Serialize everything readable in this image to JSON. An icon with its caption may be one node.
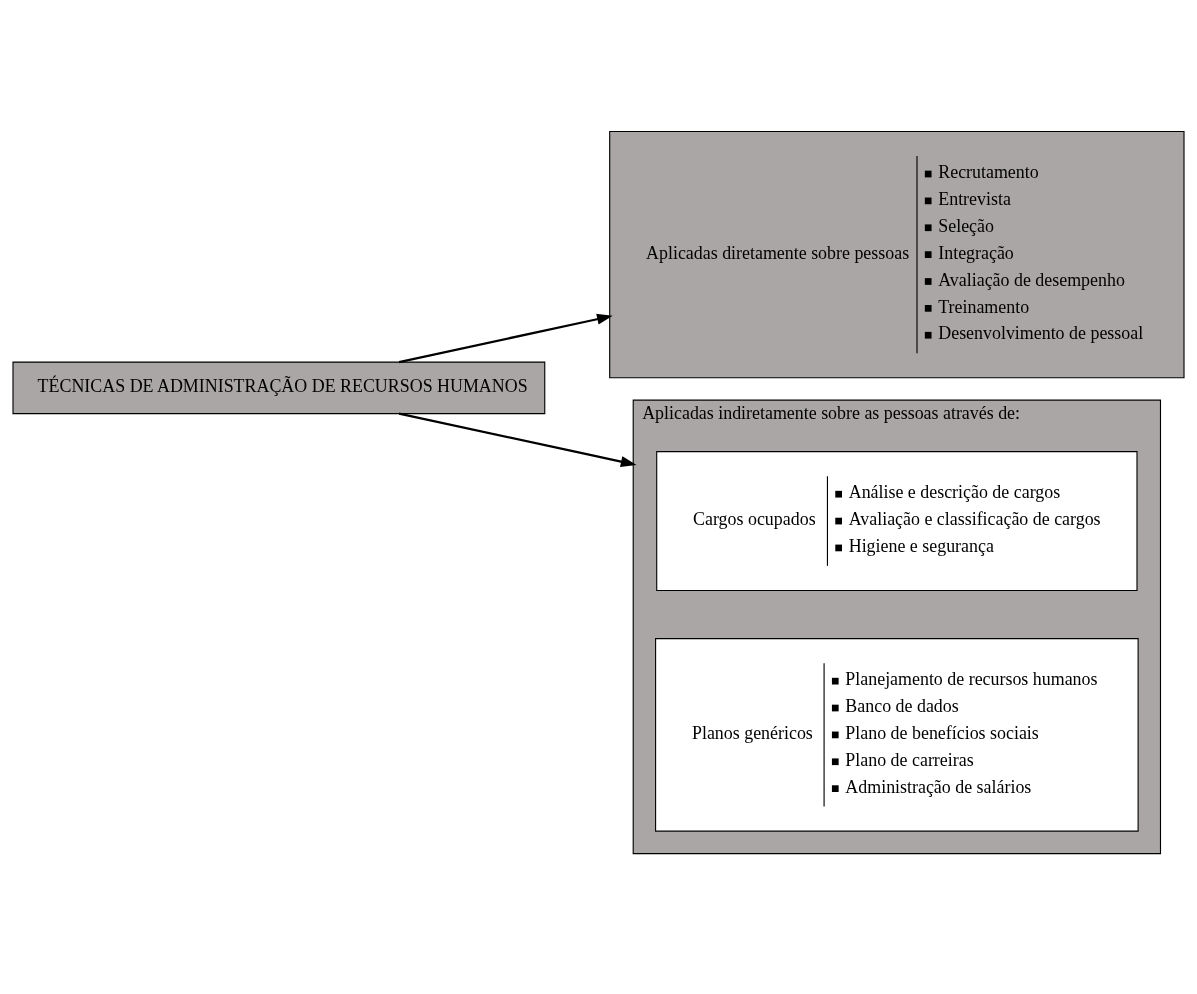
{
  "diagram": {
    "nodes": [
      {
        "text": [
          "TÉCNICAS DE ADMINISTRAÇÃO DE RECURSOS HUMANOS"
        ]
      },
      {
        "text": [
          "Aplicadas diretamente sobre pessoas",
          "Recrutamento",
          "Entrevista",
          "Seleção",
          "Integração",
          "Avaliação de desempenho",
          "Treinamento",
          "Desenvolvimento de pessoal"
        ]
      },
      {
        "text": [
          "Aplicadas indiretamente sobre as pessoas através de:"
        ]
      },
      {
        "text": [
          "Cargos ocupados",
          "Análise e descrição de cargos",
          "Avaliação e classificação de cargos",
          "Higiene e segurança"
        ],
        "in": 2
      },
      {
        "text": [
          "Planos genéricos",
          "Planejamento de recursos humanos",
          "Banco de dados",
          "Plano de benefícios sociais",
          "Plano de carreiras",
          "Administração de salários"
        ],
        "in": 2
      }
    ],
    "edges": [
      {
        "from": 0,
        "to": 1,
        "arrow": "to"
      },
      {
        "from": 0,
        "to": 2,
        "arrow": "to"
      }
    ]
  }
}
